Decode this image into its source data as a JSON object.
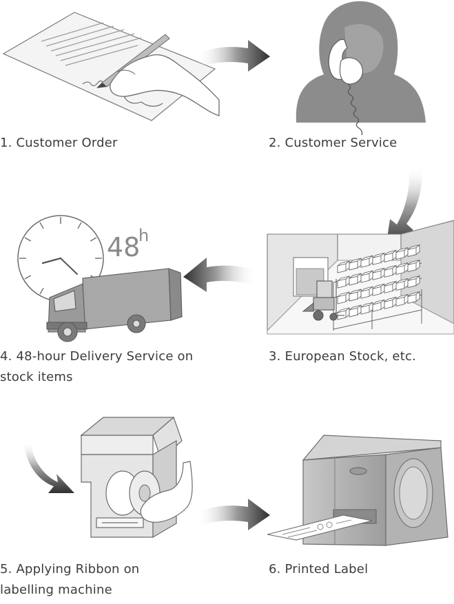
{
  "steps": [
    {
      "number": "1",
      "lines": [
        "1. Customer Order"
      ]
    },
    {
      "number": "2",
      "lines": [
        "2. Customer Service"
      ]
    },
    {
      "number": "3",
      "lines": [
        "3. European Stock, etc."
      ]
    },
    {
      "number": "4",
      "lines": [
        "4. 48-hour Delivery Service on",
        "stock items"
      ]
    },
    {
      "number": "5",
      "lines": [
        "5. Applying Ribbon on",
        "labelling machine"
      ]
    },
    {
      "number": "6",
      "lines": [
        "6. Printed Label"
      ]
    }
  ],
  "clock_label": {
    "value": "48",
    "superscript": "h"
  },
  "colors": {
    "line": "#6b6b6b",
    "fill_dark": "#8e8e8e",
    "fill_mid": "#b9b9b9",
    "fill_light": "#e4e4e4",
    "arrow": "#3b3b3b"
  }
}
